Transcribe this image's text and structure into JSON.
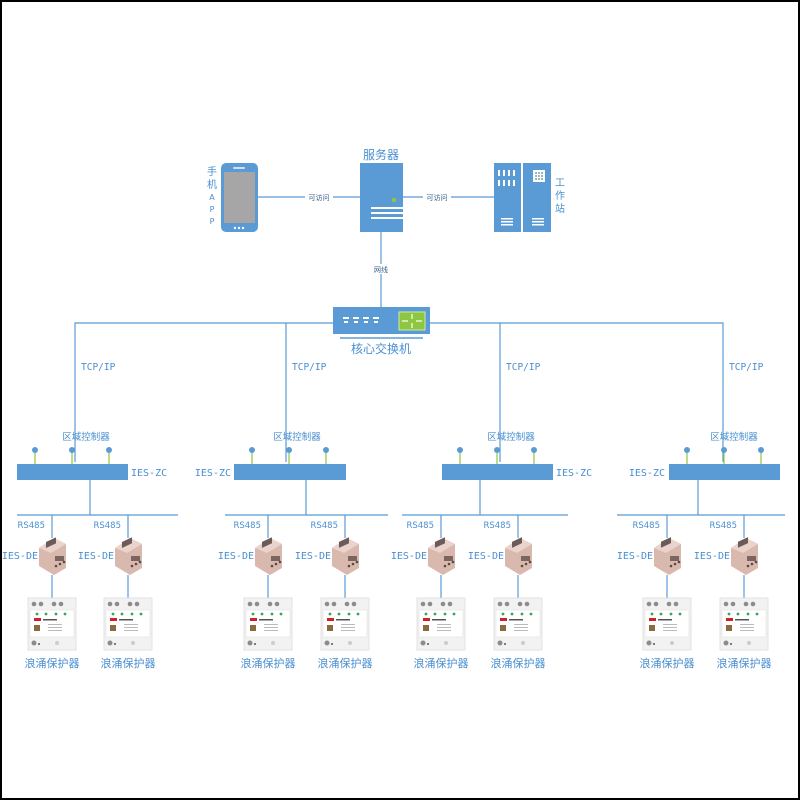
{
  "top": {
    "server": {
      "label": "服务器"
    },
    "phone": {
      "label": "手机APP",
      "chars": [
        "手",
        "机",
        "A",
        "P",
        "P"
      ]
    },
    "workstation": {
      "label": "工作站",
      "chars": [
        "工",
        "作",
        "站"
      ]
    },
    "link_phone_server": "可访问",
    "link_server_workstation": "可访问",
    "link_server_switch": "网线"
  },
  "switch": {
    "label": "核心交换机"
  },
  "columns": [
    {
      "uplink": "TCP/IP",
      "controller": {
        "title": "区域控制器",
        "model": "IES-ZC"
      },
      "branches": [
        {
          "bus": "RS485",
          "device": "IES-DE",
          "protector": "浪涌保护器"
        },
        {
          "bus": "RS485",
          "device": "IES-DE",
          "protector": "浪涌保护器"
        }
      ]
    },
    {
      "uplink": "TCP/IP",
      "controller": {
        "title": "区域控制器",
        "model": "IES-ZC"
      },
      "branches": [
        {
          "bus": "RS485",
          "device": "IES-DE",
          "protector": "浪涌保护器"
        },
        {
          "bus": "RS485",
          "device": "IES-DE",
          "protector": "浪涌保护器"
        }
      ]
    },
    {
      "uplink": "TCP/IP",
      "controller": {
        "title": "区域控制器",
        "model": "IES-ZC"
      },
      "branches": [
        {
          "bus": "RS485",
          "device": "IES-DE",
          "protector": "浪涌保护器"
        },
        {
          "bus": "RS485",
          "device": "IES-DE",
          "protector": "浪涌保护器"
        }
      ]
    },
    {
      "uplink": "TCP/IP",
      "controller": {
        "title": "区域控制器",
        "model": "IES-ZC"
      },
      "branches": [
        {
          "bus": "RS485",
          "device": "IES-DE",
          "protector": "浪涌保护器"
        },
        {
          "bus": "RS485",
          "device": "IES-DE",
          "protector": "浪涌保护器"
        }
      ]
    }
  ],
  "colors": {
    "line": "#5b9bd5",
    "device_blue": "#5b9bd5",
    "accent_green": "#8dc63f",
    "text_blue": "#4a8fd0",
    "border": "#000000"
  }
}
